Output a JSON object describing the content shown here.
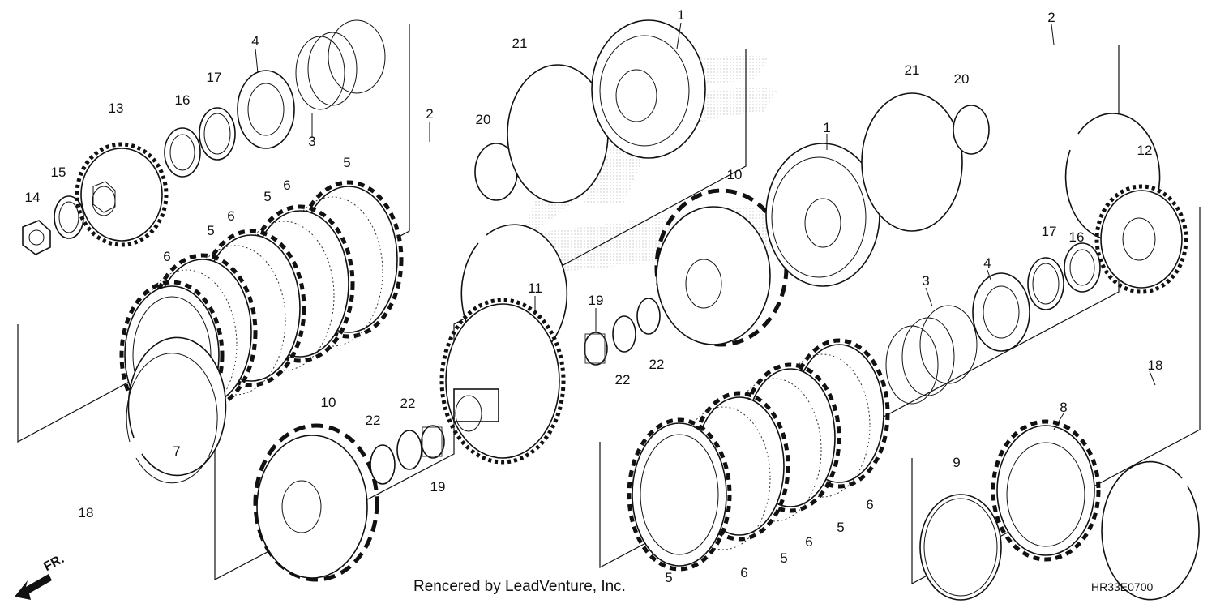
{
  "footer": {
    "credit": "Rencered by LeadVenture, Inc.",
    "code": "HR33E0700",
    "front_marker": "FR."
  },
  "callouts": [
    {
      "id": "c1a",
      "label": "1"
    },
    {
      "id": "c1b",
      "label": "1"
    },
    {
      "id": "c2a",
      "label": "2"
    },
    {
      "id": "c2b",
      "label": "2"
    },
    {
      "id": "c3a",
      "label": "3"
    },
    {
      "id": "c3b",
      "label": "3"
    },
    {
      "id": "c4a",
      "label": "4"
    },
    {
      "id": "c4b",
      "label": "4"
    },
    {
      "id": "c5a",
      "label": "5"
    },
    {
      "id": "c5b",
      "label": "5"
    },
    {
      "id": "c5c",
      "label": "5"
    },
    {
      "id": "c5d",
      "label": "5"
    },
    {
      "id": "c5e",
      "label": "5"
    },
    {
      "id": "c5f",
      "label": "5"
    },
    {
      "id": "c6a",
      "label": "6"
    },
    {
      "id": "c6b",
      "label": "6"
    },
    {
      "id": "c6c",
      "label": "6"
    },
    {
      "id": "c6d",
      "label": "6"
    },
    {
      "id": "c6e",
      "label": "6"
    },
    {
      "id": "c6f",
      "label": "6"
    },
    {
      "id": "c7",
      "label": "7"
    },
    {
      "id": "c8",
      "label": "8"
    },
    {
      "id": "c9",
      "label": "9"
    },
    {
      "id": "c10a",
      "label": "10"
    },
    {
      "id": "c10b",
      "label": "10"
    },
    {
      "id": "c11",
      "label": "11"
    },
    {
      "id": "c12",
      "label": "12"
    },
    {
      "id": "c13",
      "label": "13"
    },
    {
      "id": "c14",
      "label": "14"
    },
    {
      "id": "c15",
      "label": "15"
    },
    {
      "id": "c16a",
      "label": "16"
    },
    {
      "id": "c16b",
      "label": "16"
    },
    {
      "id": "c17a",
      "label": "17"
    },
    {
      "id": "c17b",
      "label": "17"
    },
    {
      "id": "c18a",
      "label": "18"
    },
    {
      "id": "c18b",
      "label": "18"
    },
    {
      "id": "c19a",
      "label": "19"
    },
    {
      "id": "c19b",
      "label": "19"
    },
    {
      "id": "c20a",
      "label": "20"
    },
    {
      "id": "c20b",
      "label": "20"
    },
    {
      "id": "c21a",
      "label": "21"
    },
    {
      "id": "c21b",
      "label": "21"
    },
    {
      "id": "c22a",
      "label": "22"
    },
    {
      "id": "c22b",
      "label": "22"
    },
    {
      "id": "c22c",
      "label": "22"
    },
    {
      "id": "c22d",
      "label": "22"
    }
  ]
}
